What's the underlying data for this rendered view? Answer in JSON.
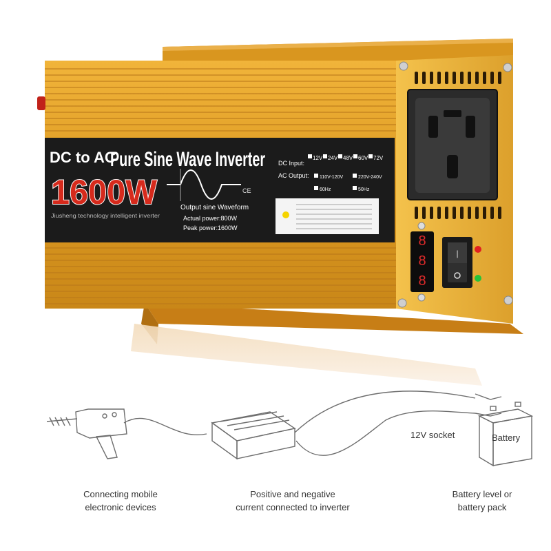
{
  "product": {
    "headline_prefix": "DC to AC",
    "headline_main": "Pure Sine Wave Inverter",
    "power_rating": "1600W",
    "brand_line": "Jiusheng technology intelligent inverter",
    "waveform_title": "Output sine Waveform",
    "actual_power": "Actual power:800W",
    "peak_power": "Peak power:1600W",
    "dc_input_label": "DC Input:",
    "dc_voltages": [
      "12V",
      "24V",
      "48V",
      "60V",
      "72V"
    ],
    "ac_output_label": "AC Output:",
    "ac_options": [
      "110V-120V",
      "220V-240V"
    ],
    "freq_options": [
      "60Hz",
      "50Hz"
    ],
    "display_digits": "888",
    "ce_mark": "CE",
    "colors": {
      "housing": "#e3a128",
      "panel": "#1b1b1b",
      "rating_red": "#d62a1c",
      "socket": "#2a2a2a"
    }
  },
  "diagram": {
    "socket_label": "12V socket",
    "battery_label": "Battery",
    "captions": [
      {
        "line1": "Connecting mobile",
        "line2": "electronic devices"
      },
      {
        "line1": "Positive and negative",
        "line2": "current connected to inverter"
      },
      {
        "line1": "Battery level or",
        "line2": "battery pack"
      }
    ]
  }
}
